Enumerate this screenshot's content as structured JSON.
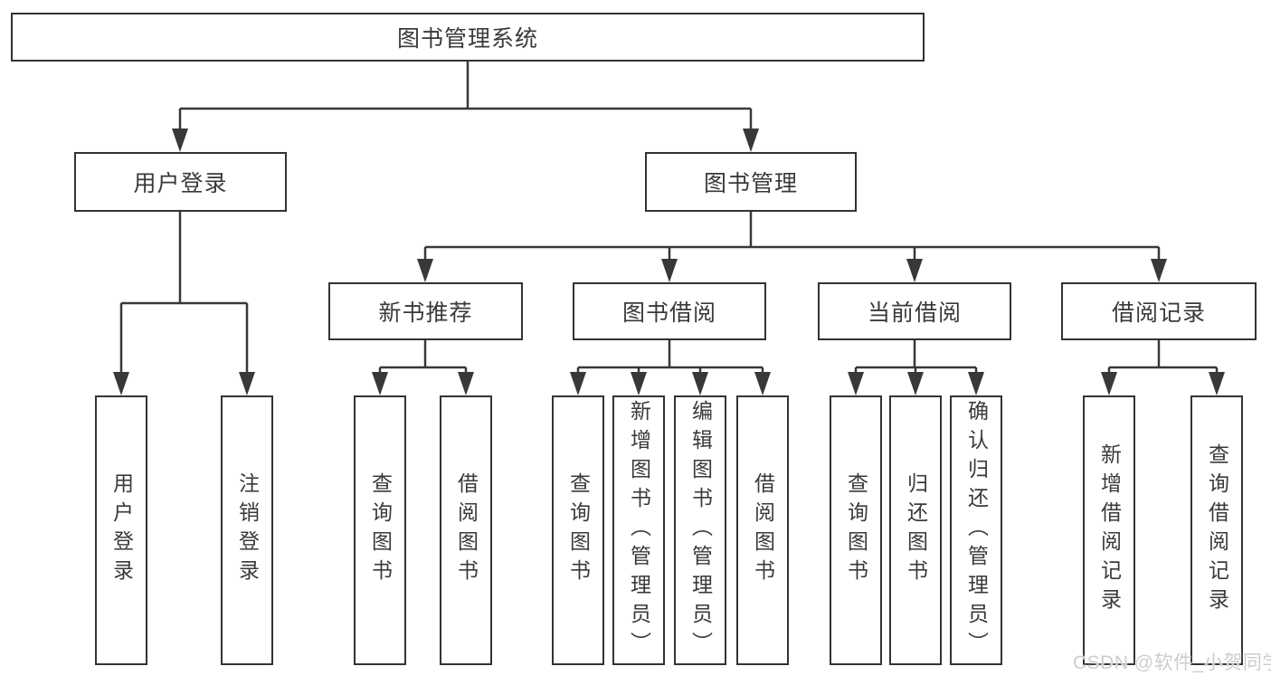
{
  "diagram_title": "图书管理系统",
  "tree": {
    "label": "图书管理系统",
    "children": [
      {
        "label": "用户登录",
        "children": [
          {
            "label": "用户登录"
          },
          {
            "label": "注销登录"
          }
        ]
      },
      {
        "label": "图书管理",
        "children": [
          {
            "label": "新书推荐",
            "children": [
              {
                "label": "查询图书"
              },
              {
                "label": "借阅图书"
              }
            ]
          },
          {
            "label": "图书借阅",
            "children": [
              {
                "label": "查询图书"
              },
              {
                "label": "新增图书（管理员）"
              },
              {
                "label": "编辑图书（管理员）"
              },
              {
                "label": "借阅图书"
              }
            ]
          },
          {
            "label": "当前借阅",
            "children": [
              {
                "label": "查询图书"
              },
              {
                "label": "归还图书"
              },
              {
                "label": "确认归还（管理员）"
              }
            ]
          },
          {
            "label": "借阅记录",
            "children": [
              {
                "label": "新增借阅记录"
              },
              {
                "label": "查询借阅记录"
              }
            ]
          }
        ]
      }
    ]
  },
  "watermark": {
    "text": "CSDN @软件_小贺同学"
  },
  "colors": {
    "line": "#383838",
    "box_border": "#333333",
    "text": "#3a3a3a",
    "watermark": "#cacaca",
    "background": "#ffffff"
  }
}
